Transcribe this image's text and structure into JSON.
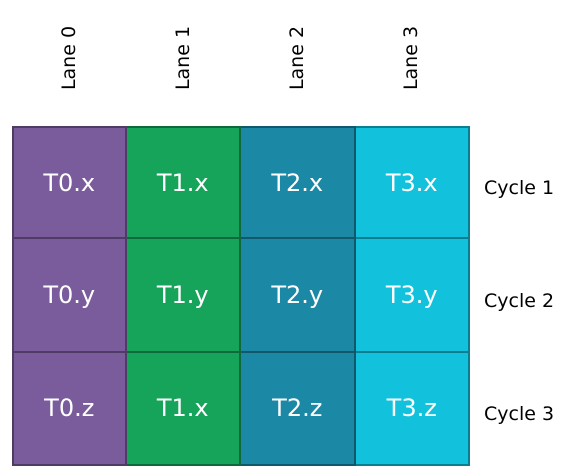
{
  "lanes": [
    {
      "label": "Lane 0",
      "color": "#7a5c9c"
    },
    {
      "label": "Lane 1",
      "color": "#16a35a"
    },
    {
      "label": "Lane 2",
      "color": "#1b88a6"
    },
    {
      "label": "Lane 3",
      "color": "#12c2dc"
    }
  ],
  "cycles": [
    "Cycle 1",
    "Cycle 2",
    "Cycle 3"
  ],
  "cells": [
    [
      "T0.x",
      "T1.x",
      "T2.x",
      "T3.x"
    ],
    [
      "T0.y",
      "T1.y",
      "T2.y",
      "T3.y"
    ],
    [
      "T0.z",
      "T1.x",
      "T2.z",
      "T3.z"
    ]
  ]
}
